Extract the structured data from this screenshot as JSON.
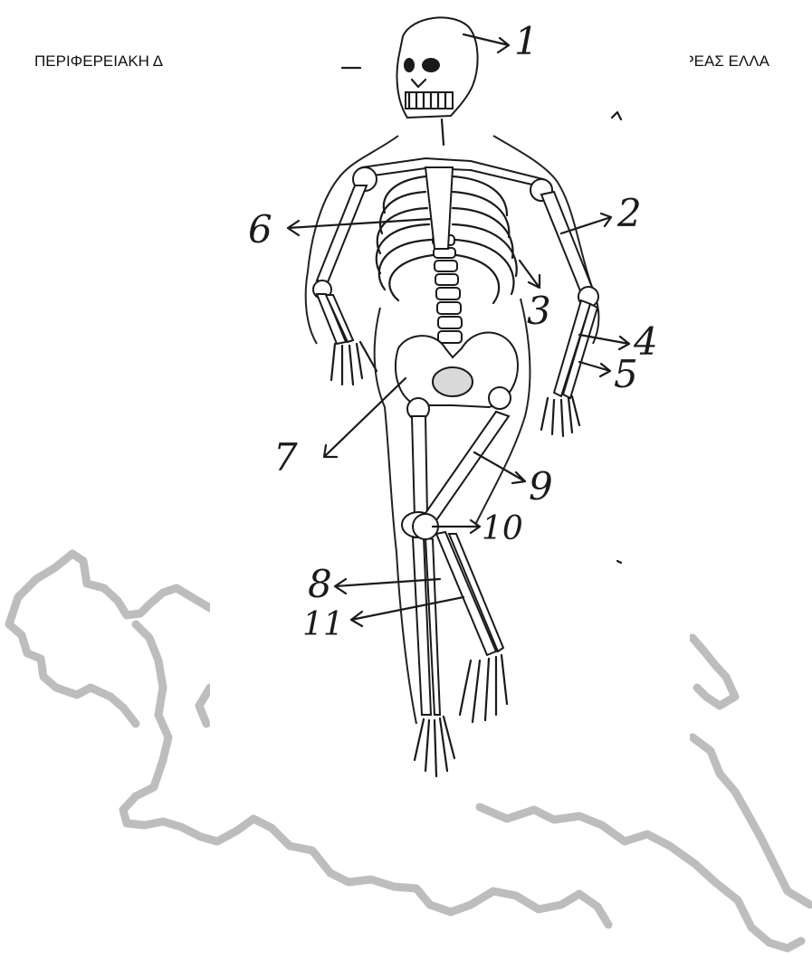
{
  "header": {
    "left_text": "ΠΕΡΙΦΕΡΕΙΑΚΗ Δ",
    "right_text": "ΈΡΕΑΣ ΕΛΛΑ"
  },
  "diagram": {
    "labels": [
      "1",
      "2",
      "3",
      "4",
      "5",
      "6",
      "7",
      "8",
      "9",
      "10",
      "11"
    ]
  },
  "colors": {
    "map_outline": "#bdbdbd",
    "ink": "#1a1a1a"
  }
}
